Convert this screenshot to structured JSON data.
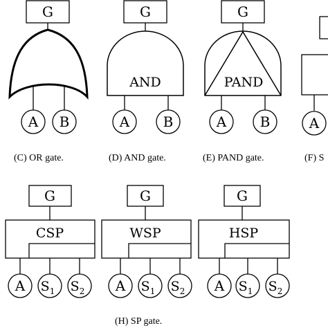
{
  "gate_output": "G",
  "inputs": {
    "a": "A",
    "b": "B"
  },
  "spare_inputs": {
    "s1_main": "S",
    "s1_sub": "1",
    "s2_main": "S",
    "s2_sub": "2"
  },
  "gate_labels": {
    "and": "AND",
    "pand": "PAND",
    "csp": "CSP",
    "wsp": "WSP",
    "hsp": "HSP"
  },
  "captions": {
    "or": "(C)  OR gate.",
    "and": "(D)  AND gate.",
    "pand": "(E)  PAND gate.",
    "f": "(F)  S",
    "sp": "(H)  SP gate."
  }
}
